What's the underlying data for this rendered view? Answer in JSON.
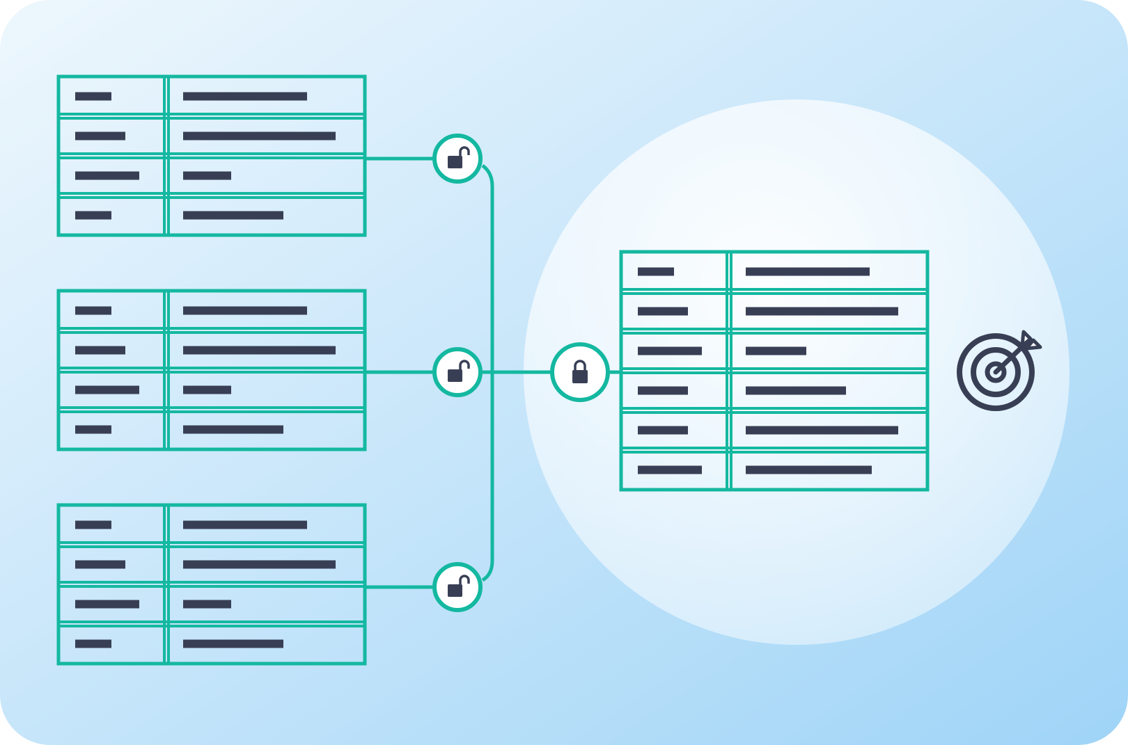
{
  "colors": {
    "background_top": "#eef7fd",
    "background_bottom": "#9fd4f7",
    "table_stroke": "#14b8a0",
    "placeholder_bar": "#383f55",
    "halo_fill": "#ffffff",
    "target_stroke": "#383f55"
  },
  "icons": {
    "source_lock": "unlocked-padlock-icon",
    "merge_lock": "locked-padlock-icon",
    "goal": "target-with-arrow-icon"
  },
  "source_tables": [
    {
      "rows": 4,
      "lock": "unlocked"
    },
    {
      "rows": 4,
      "lock": "unlocked"
    },
    {
      "rows": 4,
      "lock": "unlocked"
    }
  ],
  "merged_table": {
    "rows": 6,
    "lock": "locked"
  }
}
